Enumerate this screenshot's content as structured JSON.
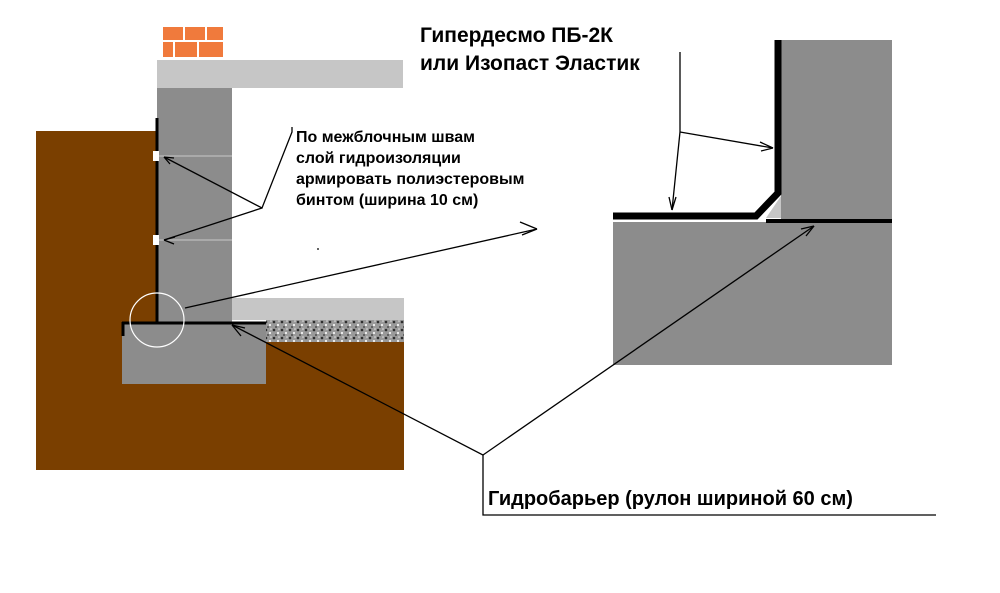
{
  "labels": {
    "mastic": {
      "line1": "Гипердесмо ПБ-2К",
      "line2": "или Изопаст Эластик"
    },
    "joints": {
      "line1": "По  межблочным швам",
      "line2": "слой гидроизоляции",
      "line3": "армировать полиэстеровым",
      "line4": "бинтом (ширина 10 см)"
    },
    "barrier": "Гидробарьер (рулон шириной 60 см)"
  },
  "colors": {
    "soil": "#7a3f00",
    "concrete": "#8c8c8c",
    "slab": "#c6c6c6",
    "brick": "#f07a3c",
    "membrane": "#000000",
    "gravel": "#5a5a5a"
  }
}
